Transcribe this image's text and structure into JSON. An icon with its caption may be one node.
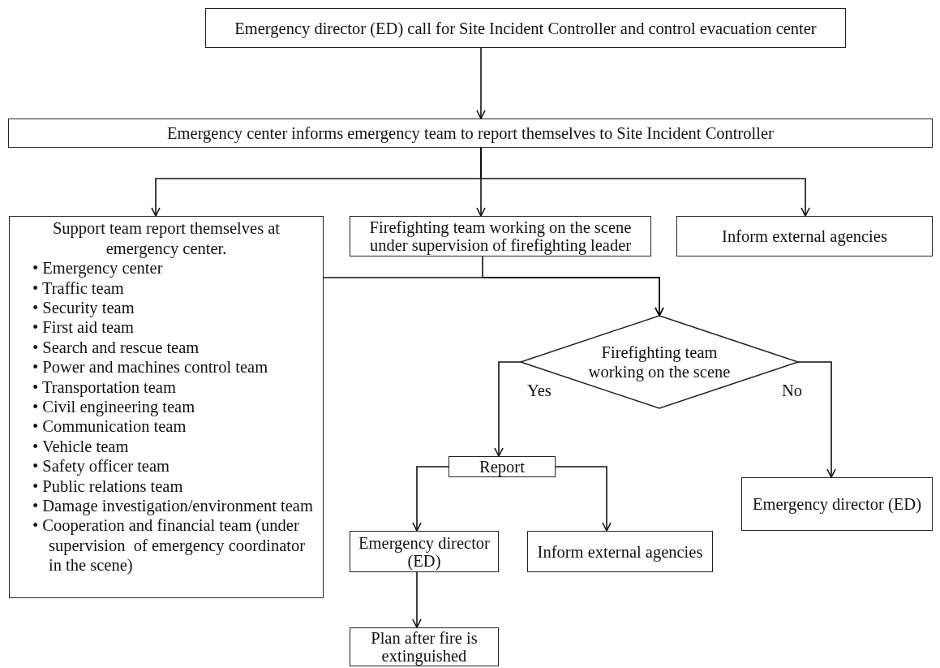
{
  "diagram": {
    "nodes": [
      {
        "text": [
          "Emergency director (ED) call for Site Incident Controller and control evacuation center"
        ]
      },
      {
        "text": [
          "Emergency center informs emergency team to report themselves to Site Incident Controller"
        ]
      },
      {
        "text": [
          "Support team report themselves at emergency center.",
          "• Emergency center",
          "• Traffic team",
          "• Security team",
          "• First aid team",
          "• Search and rescue team",
          "• Power and machines control team",
          "• Transportation team",
          "• Civil engineering team",
          "• Communication team",
          "• Vehicle team",
          "• Safety officer team",
          "• Public relations team",
          "• Damage investigation/environment team",
          "• Cooperation and financial team (under supervision  of emergency coordinator in the scene)"
        ]
      },
      {
        "text": [
          "Firefighting team working on the scene under supervision of firefighting leader"
        ]
      },
      {
        "text": [
          "Inform external agencies"
        ]
      },
      {
        "text": [
          "Firefighting team working on the scene"
        ]
      },
      {
        "text": [
          "Report"
        ]
      },
      {
        "text": [
          "Emergency director (ED)"
        ]
      },
      {
        "text": [
          "Emergency director (ED)"
        ]
      },
      {
        "text": [
          "Inform external agencies"
        ]
      },
      {
        "text": [
          "Plan after fire is extinguished"
        ]
      }
    ],
    "edges": [
      {
        "from": 0,
        "to": 1,
        "arrow": "to"
      },
      {
        "from": 1,
        "to": 2,
        "arrow": "to"
      },
      {
        "from": 1,
        "to": 3,
        "arrow": "to"
      },
      {
        "from": 1,
        "to": 4,
        "arrow": "to"
      },
      {
        "from": 2,
        "to": 5,
        "arrow": "to"
      },
      {
        "from": 3,
        "to": 5,
        "arrow": "to"
      },
      {
        "from": 5,
        "to": 6,
        "arrow": "to",
        "label": "Yes"
      },
      {
        "from": 5,
        "to": 7,
        "arrow": "to",
        "label": "No"
      },
      {
        "from": 6,
        "to": 8,
        "arrow": "to"
      },
      {
        "from": 6,
        "to": 9,
        "arrow": "to"
      },
      {
        "from": 8,
        "to": 10,
        "arrow": "to"
      }
    ]
  }
}
